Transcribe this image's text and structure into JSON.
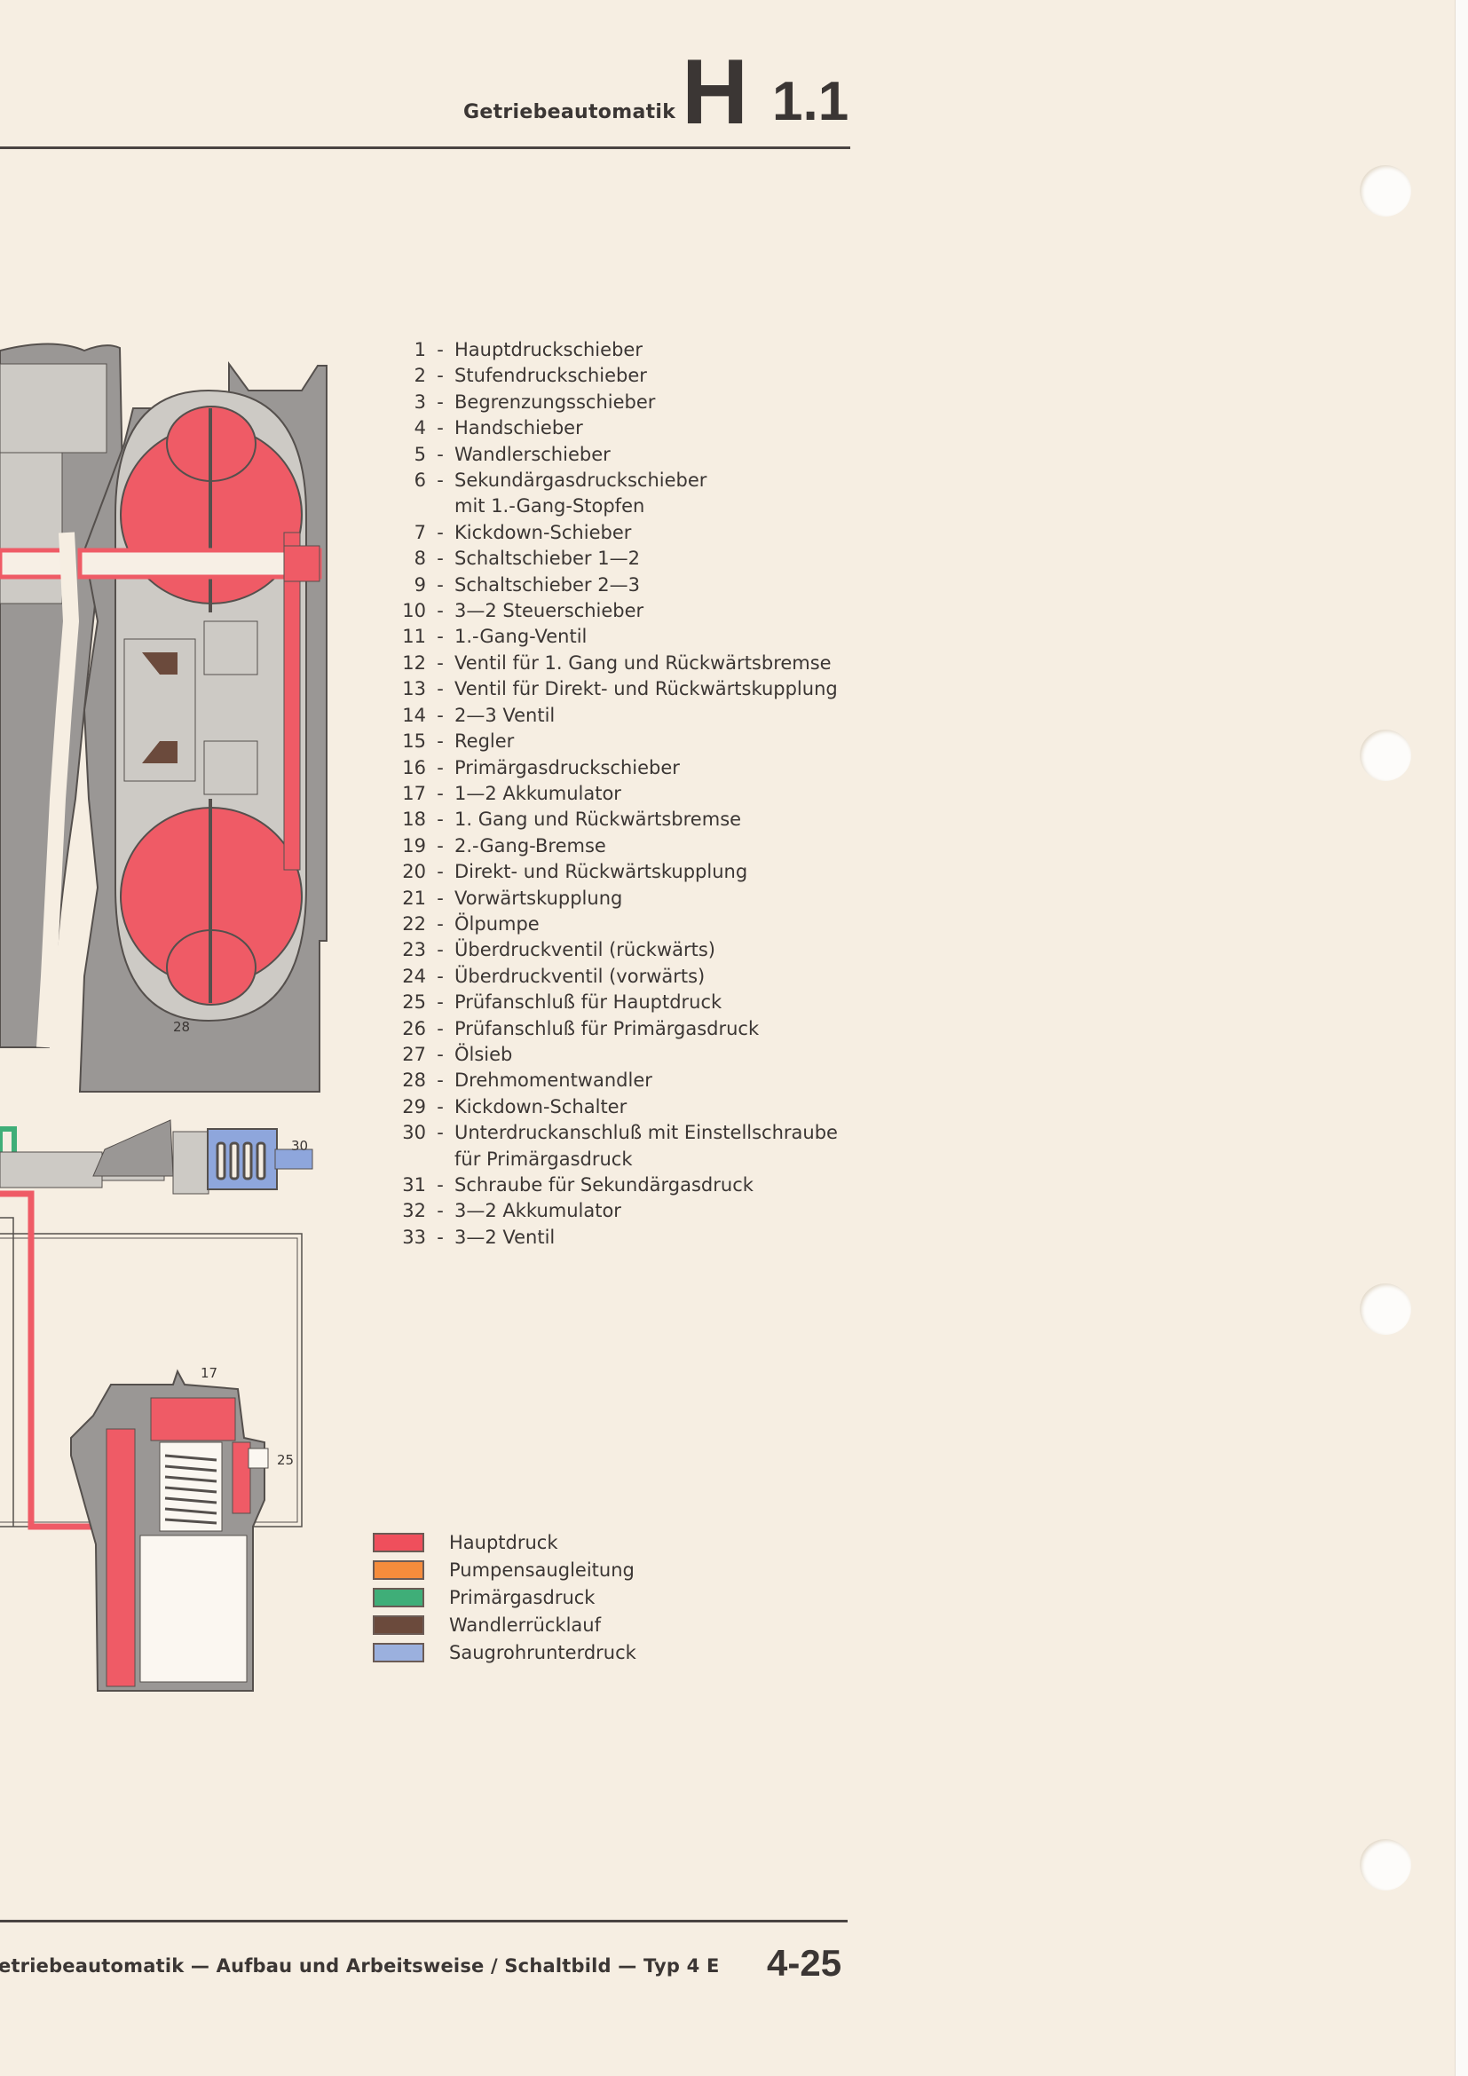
{
  "header": {
    "title": "Getriebeautomatik",
    "section_letter": "H",
    "section_number": "1.1"
  },
  "parts": [
    {
      "num": "1",
      "label": "Hauptdruckschieber"
    },
    {
      "num": "2",
      "label": "Stufendruckschieber"
    },
    {
      "num": "3",
      "label": "Begrenzungsschieber"
    },
    {
      "num": "4",
      "label": "Handschieber"
    },
    {
      "num": "5",
      "label": "Wandlerschieber"
    },
    {
      "num": "6",
      "label": "Sekundärgasdruckschieber",
      "label2": "mit 1.-Gang-Stopfen"
    },
    {
      "num": "7",
      "label": "Kickdown-Schieber"
    },
    {
      "num": "8",
      "label": "Schaltschieber 1—2"
    },
    {
      "num": "9",
      "label": "Schaltschieber 2—3"
    },
    {
      "num": "10",
      "label": "3—2 Steuerschieber"
    },
    {
      "num": "11",
      "label": "1.-Gang-Ventil"
    },
    {
      "num": "12",
      "label": "Ventil für 1. Gang und Rückwärtsbremse"
    },
    {
      "num": "13",
      "label": "Ventil für Direkt- und Rückwärtskupplung"
    },
    {
      "num": "14",
      "label": "2—3 Ventil"
    },
    {
      "num": "15",
      "label": "Regler"
    },
    {
      "num": "16",
      "label": "Primärgasdruckschieber"
    },
    {
      "num": "17",
      "label": "1—2 Akkumulator"
    },
    {
      "num": "18",
      "label": "1. Gang und Rückwärtsbremse"
    },
    {
      "num": "19",
      "label": "2.-Gang-Bremse"
    },
    {
      "num": "20",
      "label": "Direkt- und Rückwärtskupplung"
    },
    {
      "num": "21",
      "label": "Vorwärtskupplung"
    },
    {
      "num": "22",
      "label": "Ölpumpe"
    },
    {
      "num": "23",
      "label": "Überdruckventil (rückwärts)"
    },
    {
      "num": "24",
      "label": "Überdruckventil (vorwärts)"
    },
    {
      "num": "25",
      "label": "Prüfanschluß für Hauptdruck"
    },
    {
      "num": "26",
      "label": "Prüfanschluß für Primärgasdruck"
    },
    {
      "num": "27",
      "label": "Ölsieb"
    },
    {
      "num": "28",
      "label": "Drehmomentwandler"
    },
    {
      "num": "29",
      "label": "Kickdown-Schalter"
    },
    {
      "num": "30",
      "label": "Unterdruckanschluß mit Einstellschraube",
      "label2": "für Primärgasdruck"
    },
    {
      "num": "31",
      "label": "Schraube für Sekundärgasdruck"
    },
    {
      "num": "32",
      "label": "3—2 Akkumulator"
    },
    {
      "num": "33",
      "label": "3—2 Ventil"
    }
  ],
  "legend": [
    {
      "label": "Hauptdruck",
      "color": "#ef4f5c"
    },
    {
      "label": "Pumpensaugleitung",
      "color": "#f58c3c"
    },
    {
      "label": "Primärgasdruck",
      "color": "#3fae78"
    },
    {
      "label": "Wandlerrücklauf",
      "color": "#6b4a3c"
    },
    {
      "label": "Saugrohrunterdruck",
      "color": "#9bb0de"
    }
  ],
  "diagram_labels": {
    "converter": "28",
    "vacuum": "30",
    "accumulator": "17",
    "test_port": "25"
  },
  "footer": {
    "text": "etriebeautomatik — Aufbau und Arbeitsweise / Schaltbild — Typ 4 E",
    "page": "4-25"
  }
}
